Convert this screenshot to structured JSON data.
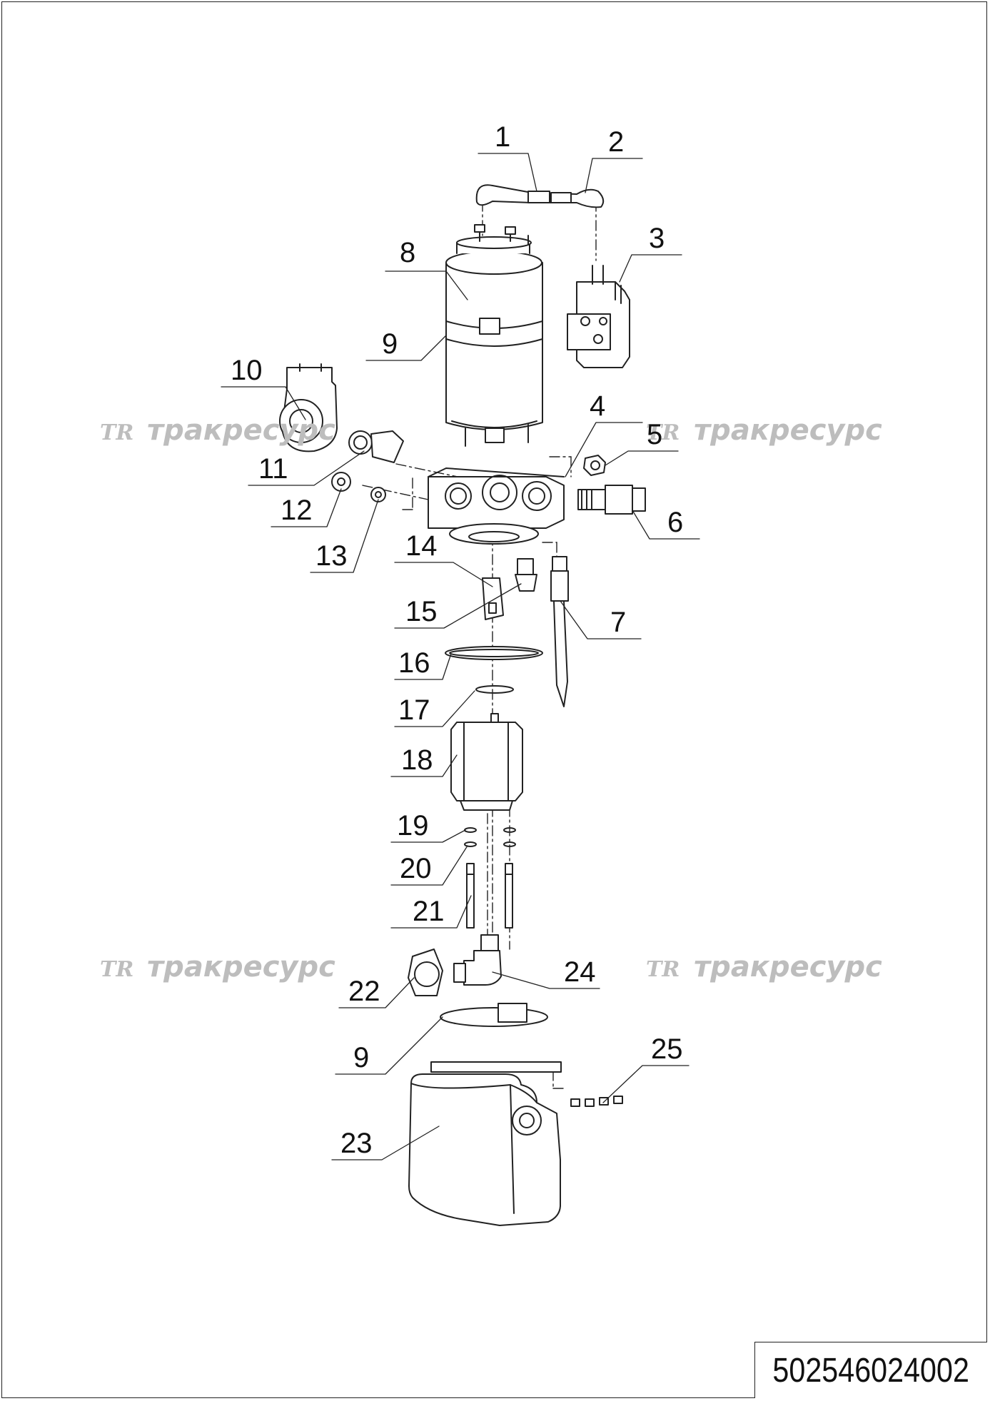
{
  "document_code": "502546024002",
  "watermark": {
    "logo": "TR",
    "text": "тракресурс",
    "color": "#bdbdbd"
  },
  "callouts": [
    "1",
    "2",
    "3",
    "8",
    "9",
    "10",
    "4",
    "5",
    "11",
    "12",
    "13",
    "6",
    "14",
    "15",
    "7",
    "16",
    "17",
    "18",
    "19",
    "20",
    "21",
    "22",
    "24",
    "9",
    "25",
    "23"
  ]
}
